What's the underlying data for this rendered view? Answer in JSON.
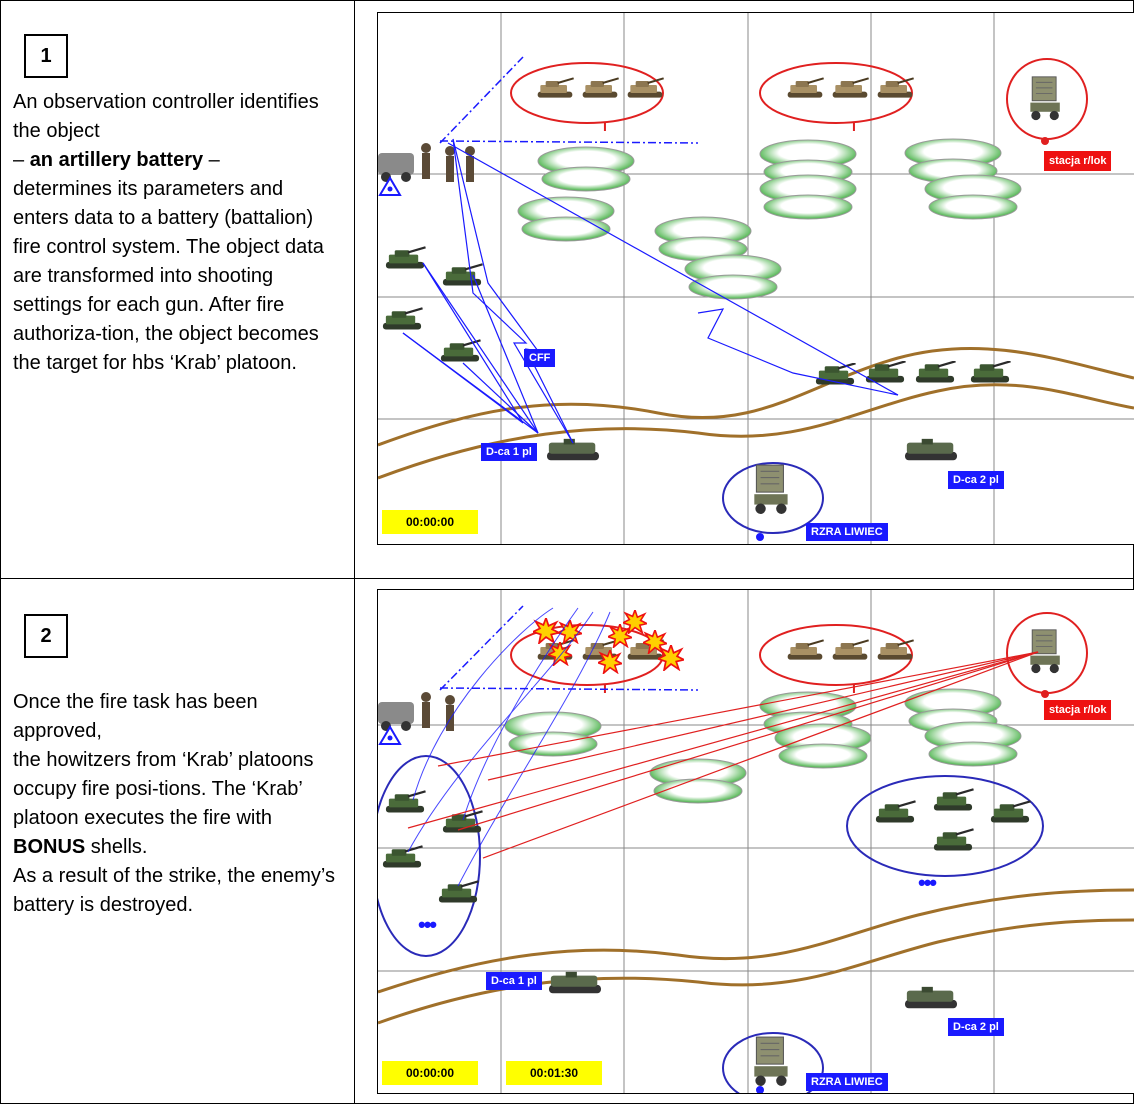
{
  "steps": [
    {
      "number": "1",
      "text_parts": [
        "An observation controller identifies the object",
        "– ",
        "an artillery battery",
        " –",
        "determines its parameters and enters data to a battery (battalion) fire control system. The object data are transformed into shooting settings for each gun. After fire authoriza-tion, the object becomes the target for hbs ‘Krab’ platoon."
      ],
      "labels": {
        "cff": "CFF",
        "dca1": "D-ca 1 pl",
        "dca2": "D-ca 2 pl",
        "radar_station": "stacja r/lok",
        "rzraliwiec": "RZRA LIWIEC",
        "enemy_battery_mark": "I",
        "timer1": "00:00:00"
      }
    },
    {
      "number": "2",
      "text_parts": [
        "Once the fire task has been approved,",
        "the howitzers from ‘Krab’ platoons occupy fire posi-tions. The ‘Krab’ platoon executes the fire with",
        "BONUS",
        " shells.",
        "As a result of the strike, the enemy’s battery is destroyed."
      ],
      "labels": {
        "dca1": "D-ca 1 pl",
        "dca2": "D-ca 2 pl",
        "radar_station": "stacja r/lok",
        "rzraliwiec": "RZRA LIWIEC",
        "enemy_battery_mark": "I",
        "timer1": "00:00:00",
        "timer2": "00:01:30",
        "ellipsis": "•••"
      }
    }
  ],
  "colors": {
    "blue_label": "#1a1aff",
    "red_label": "#ee1111",
    "timer": "#ffff00",
    "road": "#a0702a",
    "enemy_ellipse": "#e02020",
    "friendly_ellipse": "#2a2ab8"
  }
}
